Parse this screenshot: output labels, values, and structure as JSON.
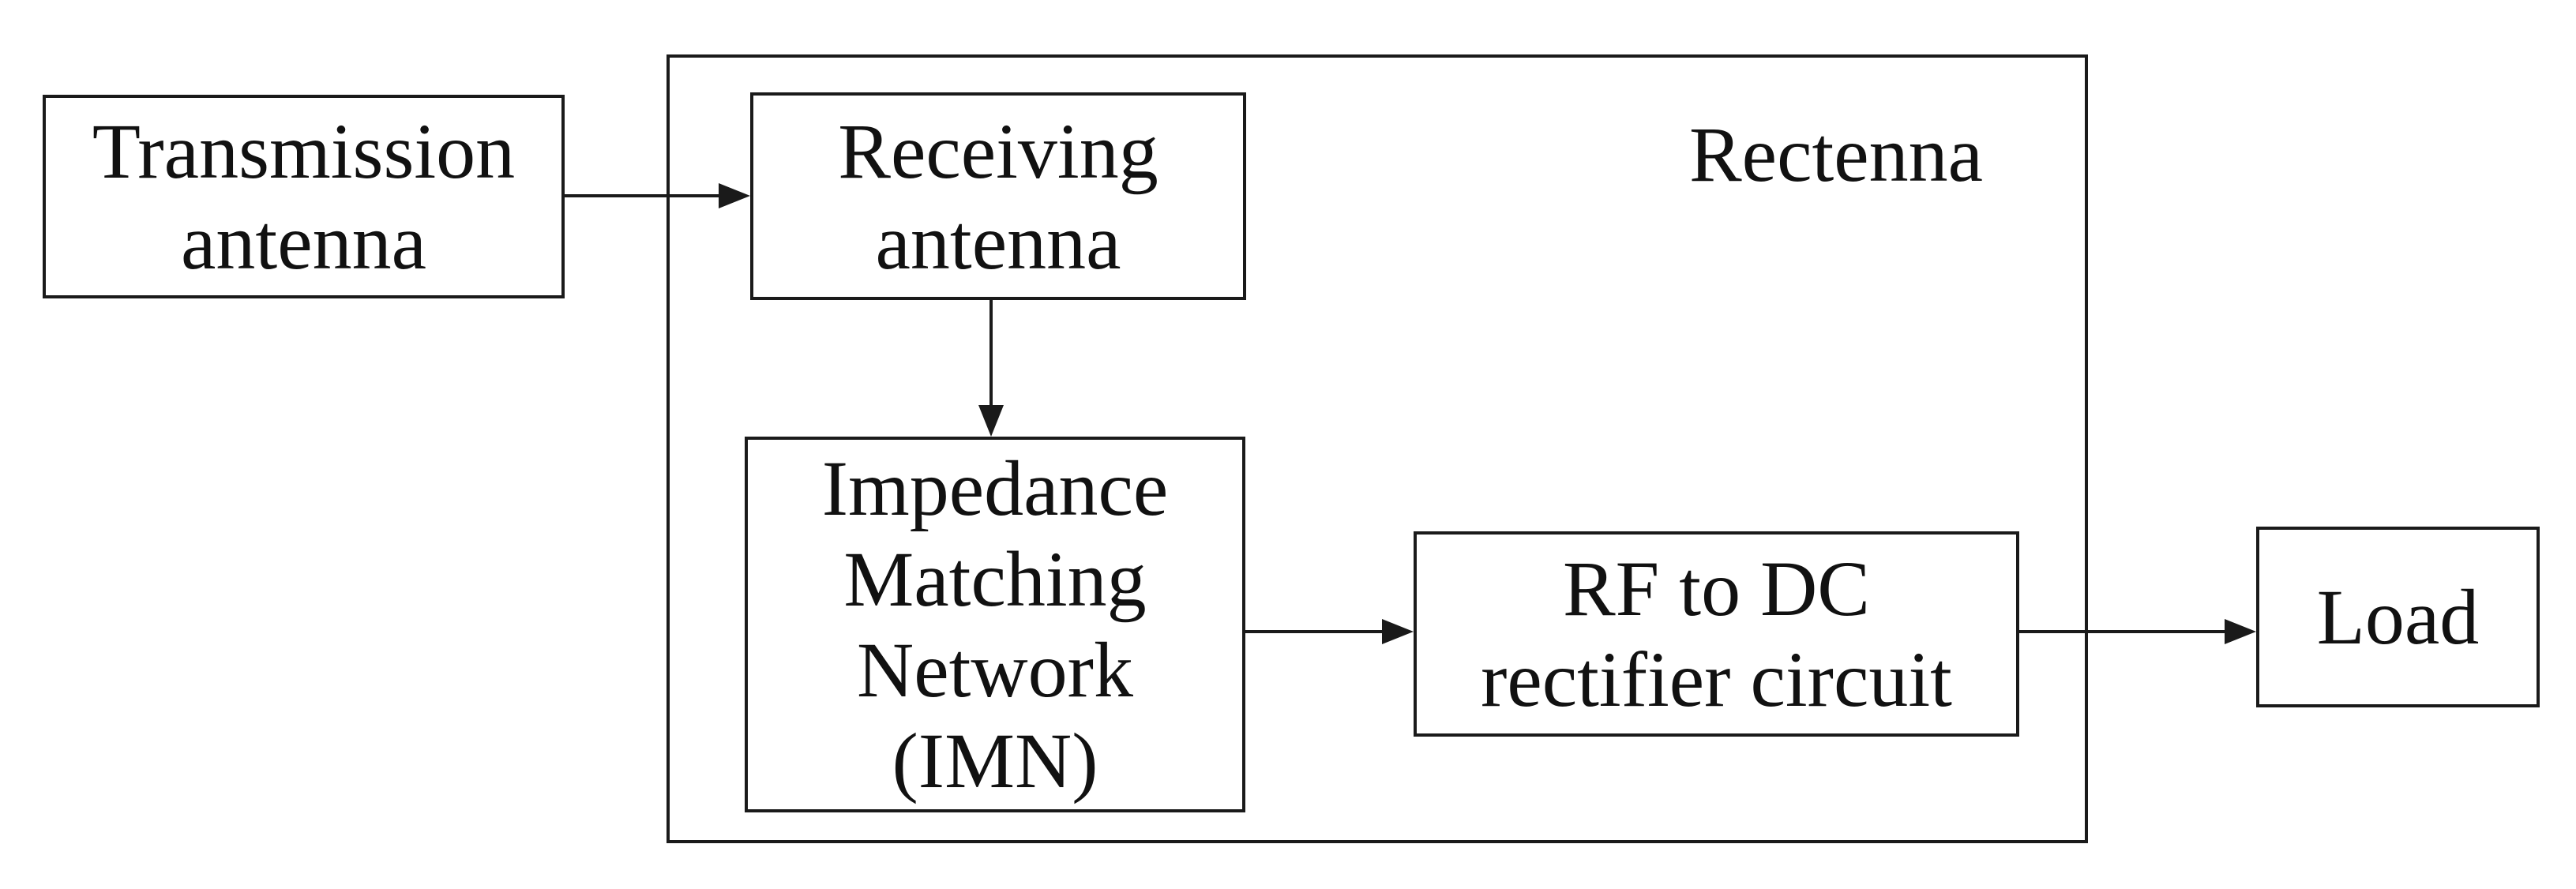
{
  "diagram": {
    "container": {
      "label": "Rectenna"
    },
    "nodes": [
      {
        "id": "transmission-antenna",
        "label": "Transmission antenna",
        "lines": [
          "Transmission",
          "antenna"
        ]
      },
      {
        "id": "receiving-antenna",
        "label": "Receiving antenna",
        "lines": [
          "Receiving",
          "antenna"
        ]
      },
      {
        "id": "impedance-matching-network",
        "label": "Impedance Matching Network (IMN)",
        "lines": [
          "Impedance",
          "Matching",
          "Network",
          "(IMN)"
        ]
      },
      {
        "id": "rf-to-dc-rectifier-circuit",
        "label": "RF to DC rectifier circuit",
        "lines": [
          "RF to DC",
          "rectifier circuit"
        ]
      },
      {
        "id": "load",
        "label": "Load",
        "lines": [
          "Load"
        ]
      }
    ],
    "edges": [
      {
        "from": "transmission-antenna",
        "to": "receiving-antenna"
      },
      {
        "from": "receiving-antenna",
        "to": "impedance-matching-network"
      },
      {
        "from": "impedance-matching-network",
        "to": "rf-to-dc-rectifier-circuit"
      },
      {
        "from": "rf-to-dc-rectifier-circuit",
        "to": "load"
      }
    ],
    "colors": {
      "line": "#1a1a1a",
      "text": "#111111",
      "background": "#ffffff"
    }
  }
}
